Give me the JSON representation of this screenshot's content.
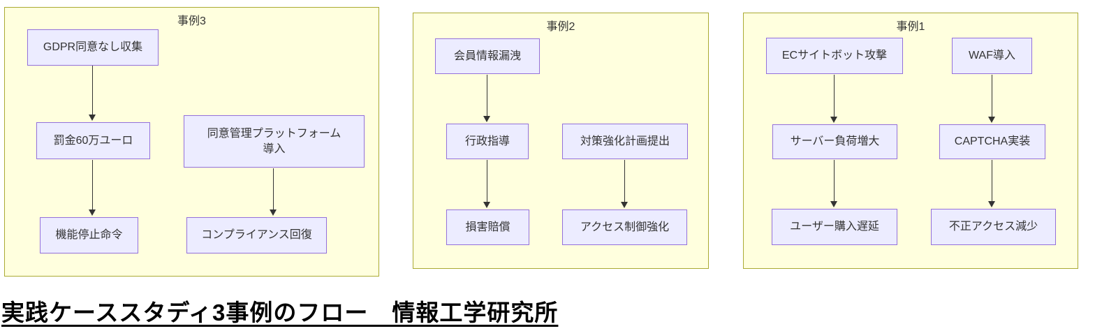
{
  "title": "実践ケーススタディ3事例のフロー　情報工学研究所",
  "colors": {
    "group_fill": "#ffffde",
    "group_border": "#aaaa33",
    "node_fill": "#ececff",
    "node_border": "#9370db",
    "text": "#333333",
    "arrow": "#333333",
    "title_color": "#000000"
  },
  "diagram": {
    "groups": [
      {
        "label": "事例3",
        "nodes": [
          {
            "label": "GDPR同意なし収集"
          },
          {
            "label": "罰金60万ユーロ"
          },
          {
            "label": "同意管理プラットフォーム\n導入"
          },
          {
            "label": "機能停止命令"
          },
          {
            "label": "コンプライアンス回復"
          }
        ],
        "edges": [
          {
            "from": "GDPR同意なし収集",
            "to": "罰金60万ユーロ"
          },
          {
            "from": "罰金60万ユーロ",
            "to": "機能停止命令"
          },
          {
            "from": "同意管理プラットフォーム導入",
            "to": "コンプライアンス回復"
          }
        ]
      },
      {
        "label": "事例2",
        "nodes": [
          {
            "label": "会員情報漏洩"
          },
          {
            "label": "行政指導"
          },
          {
            "label": "対策強化計画提出"
          },
          {
            "label": "損害賠償"
          },
          {
            "label": "アクセス制御強化"
          }
        ],
        "edges": [
          {
            "from": "会員情報漏洩",
            "to": "行政指導"
          },
          {
            "from": "行政指導",
            "to": "損害賠償"
          },
          {
            "from": "対策強化計画提出",
            "to": "アクセス制御強化"
          }
        ]
      },
      {
        "label": "事例1",
        "nodes": [
          {
            "label": "ECサイトボット攻撃"
          },
          {
            "label": "WAF導入"
          },
          {
            "label": "サーバー負荷増大"
          },
          {
            "label": "CAPTCHA実装"
          },
          {
            "label": "ユーザー購入遅延"
          },
          {
            "label": "不正アクセス減少"
          }
        ],
        "edges": [
          {
            "from": "ECサイトボット攻撃",
            "to": "サーバー負荷増大"
          },
          {
            "from": "WAF導入",
            "to": "CAPTCHA実装"
          },
          {
            "from": "サーバー負荷増大",
            "to": "ユーザー購入遅延"
          },
          {
            "from": "CAPTCHA実装",
            "to": "不正アクセス減少"
          }
        ]
      }
    ]
  }
}
